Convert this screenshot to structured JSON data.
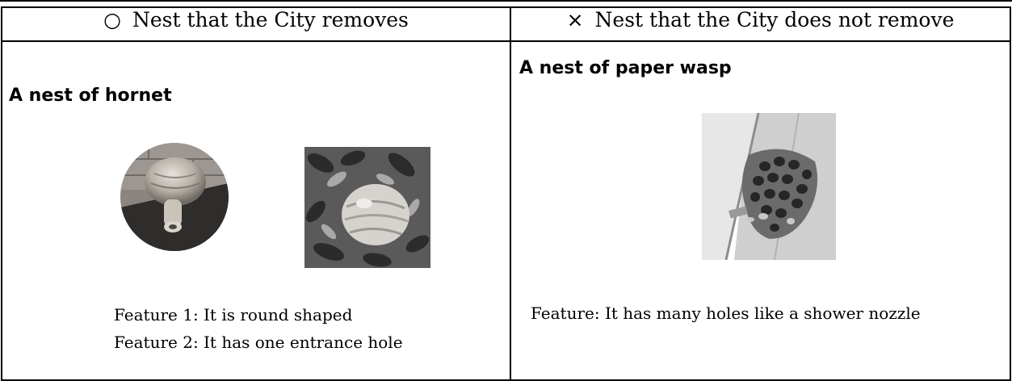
{
  "left": {
    "mark": "○",
    "heading": "Nest that the City removes",
    "title": "A nest of hornet",
    "features": [
      "Feature 1: It is round shaped",
      "Feature 2: It has one entrance hole"
    ],
    "photos": [
      "hornet-nest-closeup-photo",
      "hornet-nest-in-tree-photo"
    ]
  },
  "right": {
    "mark": "×",
    "heading": "Nest that the City does not remove",
    "title": "A nest of paper wasp",
    "features": [
      "Feature: It has many holes like a shower nozzle"
    ],
    "photos": [
      "paper-wasp-nest-photo"
    ]
  }
}
